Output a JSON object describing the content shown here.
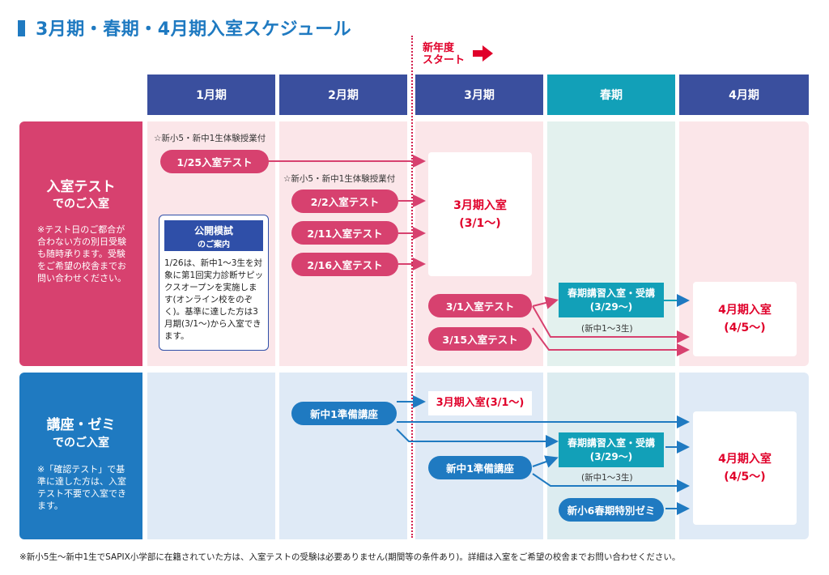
{
  "title": "3月期・春期・4月期入室スケジュール",
  "new_year": {
    "line1": "新年度",
    "line2": "スタート"
  },
  "columns": [
    "1月期",
    "2月期",
    "3月期",
    "春期",
    "4月期"
  ],
  "section1": {
    "title_line1": "入室テスト",
    "title_line2": "でのご入室",
    "note": "※テスト日のご都合が合わない方の別日受験も随時承ります。受験をご希望の校舎までお問い合わせください。",
    "star_label_1": "☆新小5・新中1生体験授業付",
    "star_label_2": "☆新小5・新中1生体験授業付",
    "test_jan25": "1/25入室テスト",
    "test_feb2": "2/2入室テスト",
    "test_feb11": "2/11入室テスト",
    "test_feb16": "2/16入室テスト",
    "test_mar1": "3/1入室テスト",
    "test_mar15": "3/15入室テスト",
    "march_entry_line1": "3月期入室",
    "march_entry_line2": "(3/1〜)",
    "spring_line1": "春期講習入室・受講",
    "spring_line2": "(3/29〜)",
    "spring_note": "(新中1〜3生)",
    "april_line1": "4月期入室",
    "april_line2": "(4/5〜)",
    "mock": {
      "header_line1": "公開模試",
      "header_line2": "のご案内",
      "body": "1/26は、新中1〜3生を対象に第1回実力診断サピックスオープンを実施します(オンライン校をのぞく)。基準に達した方は3月期(3/1〜)から入室できます。"
    }
  },
  "section2": {
    "title_line1": "講座・ゼミ",
    "title_line2": "でのご入室",
    "note": "※「確認テスト」で基準に達した方は、入室テスト不要で入室できます。",
    "prep_course_feb": "新中1準備講座",
    "march_entry": "3月期入室(3/1〜)",
    "spring_line1": "春期講習入室・受講",
    "spring_line2": "(3/29〜)",
    "spring_note": "(新中1〜3生)",
    "prep_course_mar": "新中1準備講座",
    "seminar": "新小6春期特別ゼミ",
    "april_line1": "4月期入室",
    "april_line2": "(4/5〜)"
  },
  "footer": "※新小5生〜新中1生でSAPIX小学部に在籍されていた方は、入室テストの受験は必要ありません(期間等の条件あり)。詳細は入室をご希望の校舎までお問い合わせください。",
  "colors": {
    "navy": "#3a4f9e",
    "teal": "#12a0b8",
    "pink": "#d7416f",
    "pink_bg": "#fbe6e9",
    "blue": "#1f7ac1",
    "blue_bg": "#dfeaf6",
    "red": "#e0002a"
  }
}
